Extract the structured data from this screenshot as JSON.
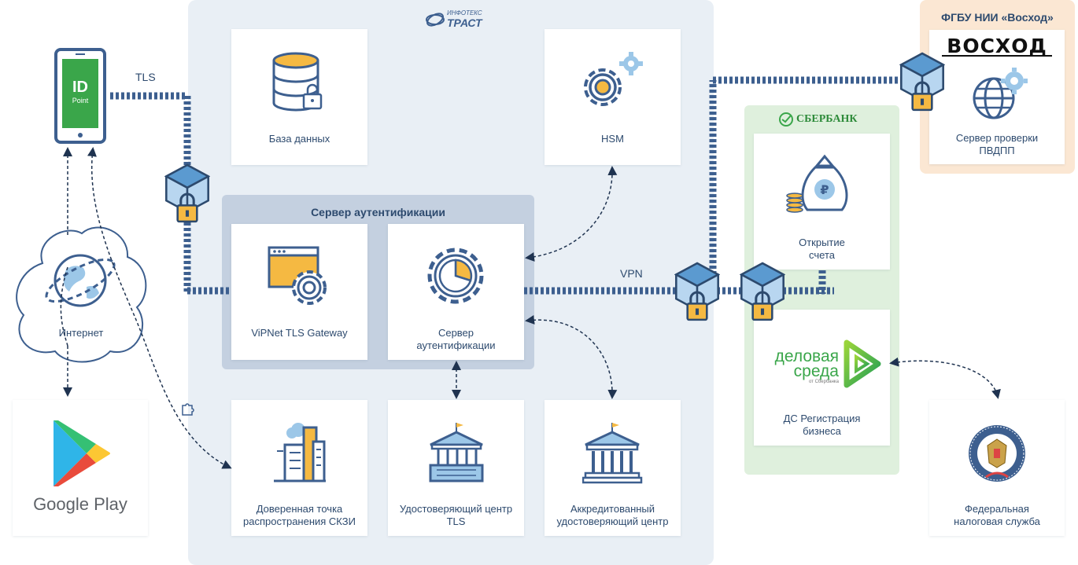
{
  "infotecs": {
    "logo_small": "ИНФОТЕКС",
    "logo_big": "ТРАСТ"
  },
  "auth_server_group": {
    "title": "Сервер аутентификации"
  },
  "voskhod": {
    "title": "ФГБУ НИИ «Восход»",
    "logo": "ВОСХОД",
    "server_label": "Сервер проверки\nПВДПП"
  },
  "sberbank": {
    "logo": "СБЕРБАНК"
  },
  "nodes": {
    "database": "База данных",
    "hsm": "HSM",
    "gateway": "ViPNet TLS Gateway",
    "auth_server": "Сервер\nаутентификации",
    "trusted_point": "Доверенная точка\nраспространения СКЗИ",
    "ca_tls": "Удостоверяющий центр\nTLS",
    "accredited_ca": "Аккредитованный\nудостоверяющий центр",
    "open_account": "Открытие\nсчета",
    "ds_registration": "ДС Регистрация\nбизнеса",
    "tax_service": "Федеральная\nналоговая служба",
    "internet": "Интернет"
  },
  "phone": {
    "app_line1": "ID",
    "app_line2": "Point"
  },
  "google_play": {
    "label": "Google Play"
  },
  "delovaya_sreda": {
    "line1": "деловая",
    "line2": "среда",
    "line3": "от Сбербанка"
  },
  "connections": {
    "tls": "TLS",
    "vpn": "VPN"
  },
  "colors": {
    "navy": "#3d5f8f",
    "accent": "#f5b942",
    "green": "#3aa64a",
    "dashed": "#1f3350"
  }
}
